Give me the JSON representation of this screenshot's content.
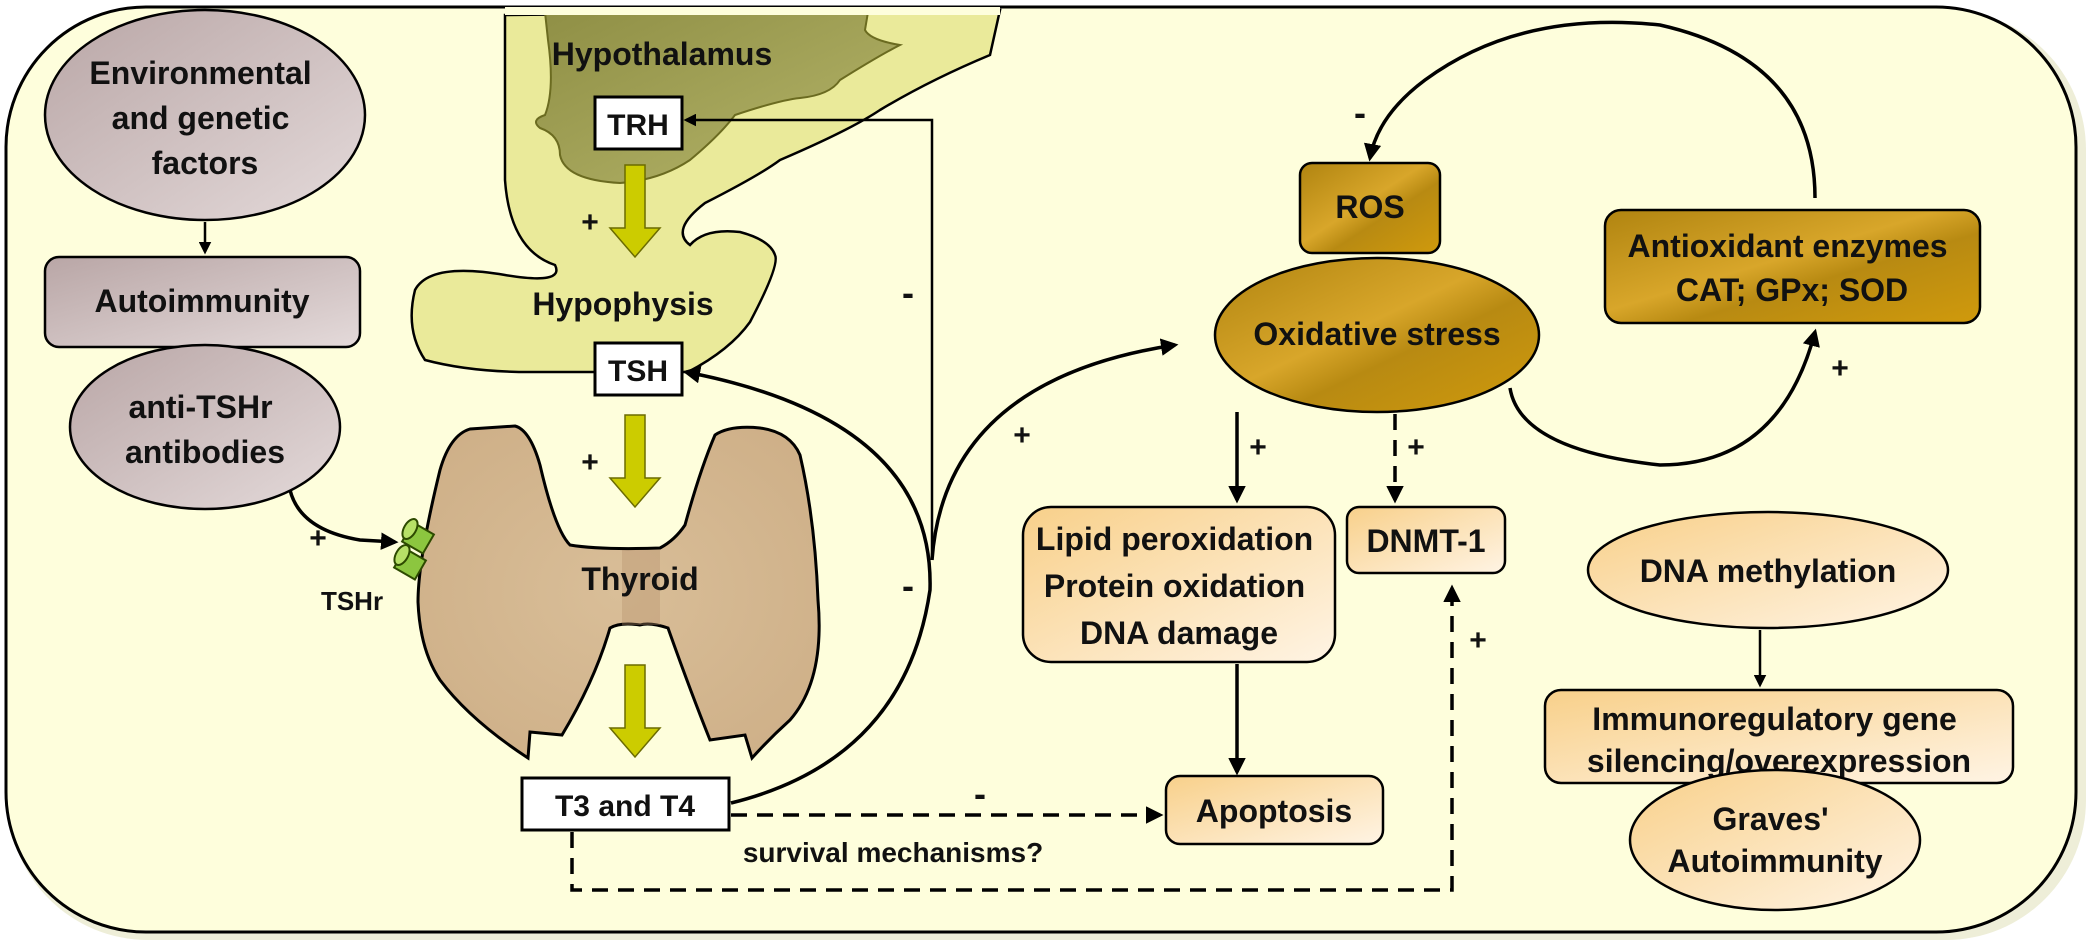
{
  "title": "Thyroid axis, oxidative stress and Graves' autoimmunity pathway",
  "colors": {
    "background_panel": "#FEFEDC",
    "frame_stroke": "#000000",
    "grey_node": "#C8B8B8",
    "hypothalamus": "#A3A35A",
    "pituitary_region": "#EAEA9A",
    "thyroid": "#D7BB96",
    "block_arrow": "#CCCC00",
    "ros_gold": "#C99A14",
    "light_orange": "#FAD89A",
    "receptor_green": "#8CC63F"
  },
  "nodes": {
    "environmental": "Environmental|and genetic|factors",
    "autoimmunity": "Autoimmunity",
    "antibodies": "anti-TSHr|antibodies",
    "tshr": "TSHr",
    "hypothalamus": "Hypothalamus",
    "trh": "TRH",
    "hypophysis": "Hypophysis",
    "tsh": "TSH",
    "thyroid": "Thyroid",
    "t3t4": "T3 and T4",
    "survival": "survival mechanisms?",
    "ros": "ROS",
    "oxidative_stress": "Oxidative stress",
    "antioxidant": "Antioxidant enzymes|CAT; GPx; SOD",
    "damage": "Lipid peroxidation|Protein oxidation|DNA damage",
    "dnmt1": "DNMT-1",
    "dna_methylation": "DNA methylation",
    "apoptosis": "Apoptosis",
    "immuno_gene": "Immunoregulatory gene|silencing/overexpression",
    "graves": "Graves'|Autoimmunity"
  },
  "signs": {
    "plus": "+",
    "minus": "-"
  },
  "edges": [
    {
      "from": "environmental",
      "to": "autoimmunity",
      "sign": ""
    },
    {
      "from": "antibodies",
      "to": "tshr",
      "sign": "+"
    },
    {
      "from": "trh",
      "to": "hypophysis",
      "sign": "+"
    },
    {
      "from": "tsh",
      "to": "thyroid",
      "sign": "+"
    },
    {
      "from": "thyroid",
      "to": "t3t4",
      "sign": ""
    },
    {
      "from": "t3t4",
      "to": "trh",
      "sign": "-"
    },
    {
      "from": "t3t4",
      "to": "tsh",
      "sign": "-"
    },
    {
      "from": "t3t4",
      "to": "oxidative_stress",
      "sign": "+"
    },
    {
      "from": "t3t4",
      "to": "apoptosis",
      "sign": "-",
      "dashed": true
    },
    {
      "from": "t3t4",
      "to": "dnmt1",
      "sign": "+",
      "dashed": true
    },
    {
      "from": "antioxidant",
      "to": "ros",
      "sign": "-"
    },
    {
      "from": "oxidative_stress",
      "to": "antioxidant",
      "sign": "+"
    },
    {
      "from": "oxidative_stress",
      "to": "damage",
      "sign": "+"
    },
    {
      "from": "oxidative_stress",
      "to": "dnmt1",
      "sign": "+",
      "dashed": true
    },
    {
      "from": "damage",
      "to": "apoptosis",
      "sign": ""
    },
    {
      "from": "dna_methylation",
      "to": "immuno_gene",
      "sign": ""
    }
  ]
}
